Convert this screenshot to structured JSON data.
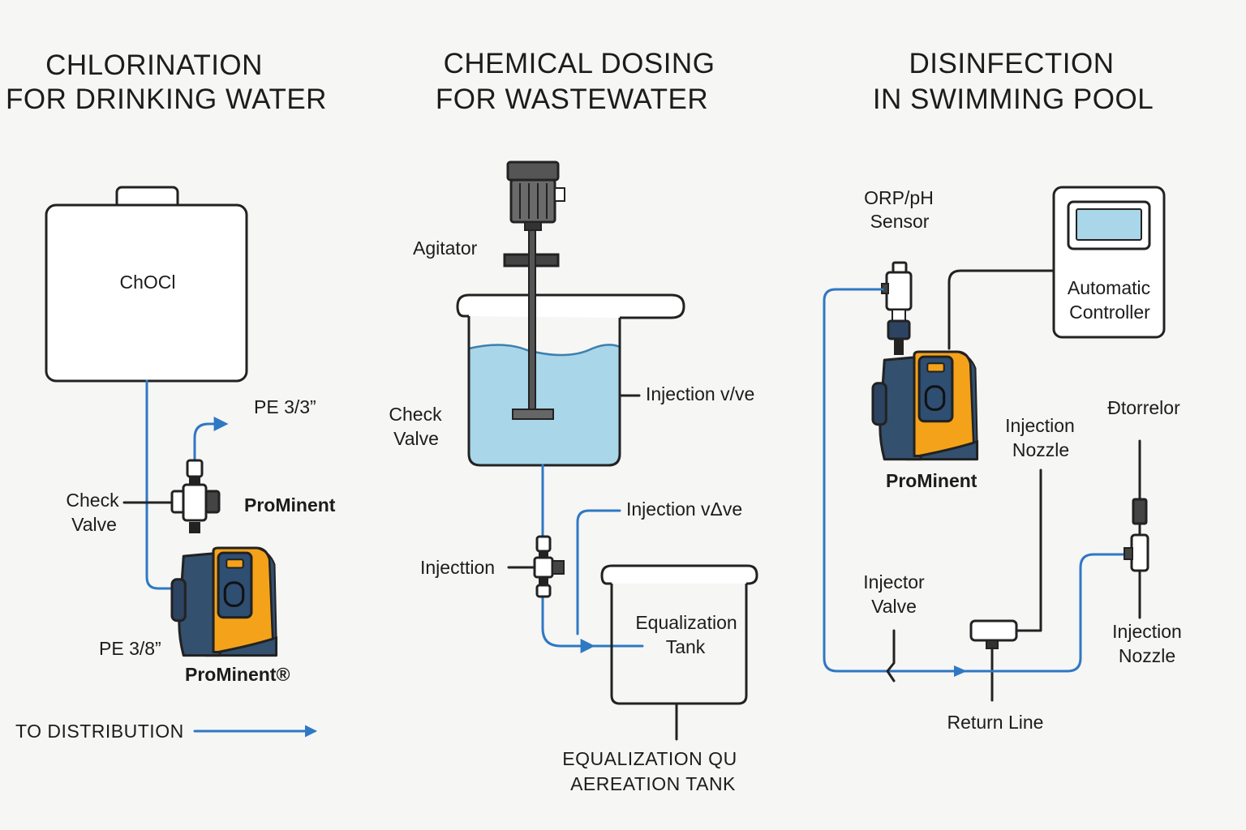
{
  "colors": {
    "background": "#f6f6f5",
    "pipe_blue": "#2f78c4",
    "water": "#a9d6e8",
    "pump_blue": "#34506f",
    "pump_orange": "#f5a21b",
    "outline": "#222222"
  },
  "panels": [
    {
      "title_line1": "CHLORINATION",
      "title_line2": "FOR DRINKING WATER",
      "tank_label": "ChOCl",
      "pipe_label_top": "PE 3/3”",
      "check_valve_line1": "Check",
      "check_valve_line2": "Valve",
      "brand_top": "ProMinent",
      "pipe_label_bottom": "PE 3/8”",
      "brand_bottom": "ProMinent®",
      "distribution_label": "TO DISTRIBUTION"
    },
    {
      "title_line1": "CHEMICAL DOSING",
      "title_line2": "FOR WASTEWATER",
      "agitator_label": "Agitator",
      "check_valve_line1": "Check",
      "check_valve_line2": "Valve",
      "injection_valve_upper": "Injection v/ve",
      "injection_valve_lower": "Injection vΔve",
      "injection_label": "Injecttion",
      "tank_line1": "Equalization",
      "tank_line2": "Tank",
      "footer_line1": "EQUALIZATION QU",
      "footer_line2": "AEREATION TANK"
    },
    {
      "title_line1": "DISINFECTION",
      "title_line2": "IN SWIMMING POOL",
      "sensor_line1": "ORP/pH",
      "sensor_line2": "Sensor",
      "controller_line1": "Automatic",
      "controller_line2": "Controller",
      "brand": "ProMinent",
      "nozzle_mid_line1": "Injection",
      "nozzle_mid_line2": "Nozzle",
      "controller_small": "Đtorrelor",
      "injector_valve_line1": "Injector",
      "injector_valve_line2": "Valve",
      "nozzle_right_line1": "Injection",
      "nozzle_right_line2": "Nozzle",
      "return_line": "Return Line"
    }
  ]
}
